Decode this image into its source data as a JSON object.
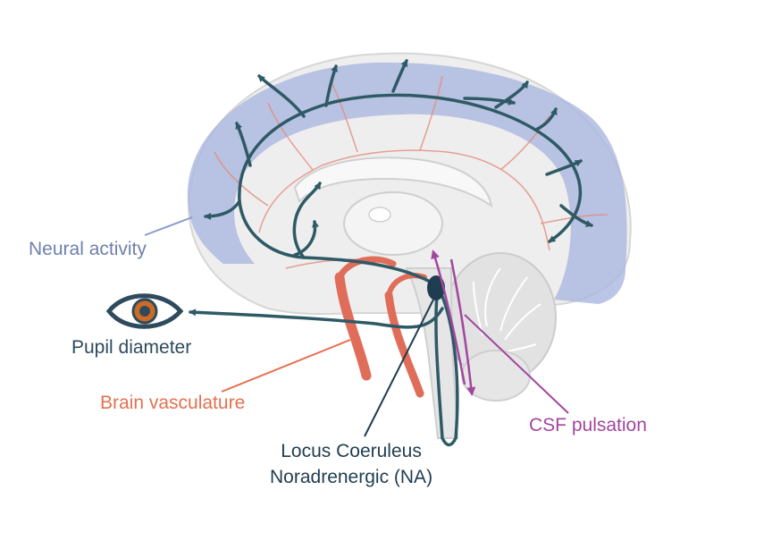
{
  "labels": {
    "neural_activity": "Neural activity",
    "pupil_diameter": "Pupil diameter",
    "brain_vasculature": "Brain vasculature",
    "csf_pulsation": "CSF pulsation",
    "locus_line1": "Locus Coeruleus",
    "locus_line2": "Noradrenergic (NA)"
  },
  "colors": {
    "cortex_shading": "#aab6de",
    "projection_pathway": "#2e5a66",
    "vasculature": "#e06c5a",
    "csf": "#a2469e",
    "locus_nucleus": "#1f3d50",
    "eye_iris": "#cf6a25"
  },
  "icons": [
    "eye-icon",
    "brain-illustration"
  ]
}
